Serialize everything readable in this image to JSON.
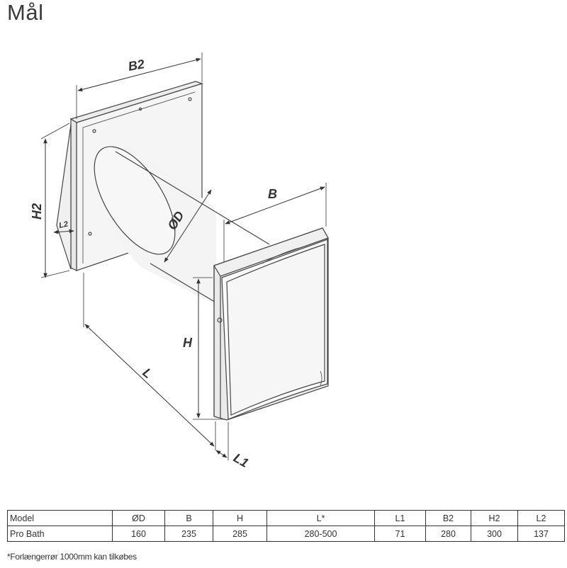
{
  "title": "Mål",
  "diagram_labels": {
    "B2": "B2",
    "H2": "H2",
    "L2": "L2",
    "D": "ØD",
    "B": "B",
    "H": "H",
    "L": "L",
    "L1": "L1"
  },
  "table": {
    "headers": [
      "Model",
      "ØD",
      "B",
      "H",
      "L*",
      "L1",
      "B2",
      "H2",
      "L2"
    ],
    "rows": [
      [
        "Pro Bath",
        "160",
        "235",
        "285",
        "280-500",
        "71",
        "280",
        "300",
        "137"
      ]
    ]
  },
  "footnote": "*Forlængerrør 1000mm kan tilkøbes"
}
